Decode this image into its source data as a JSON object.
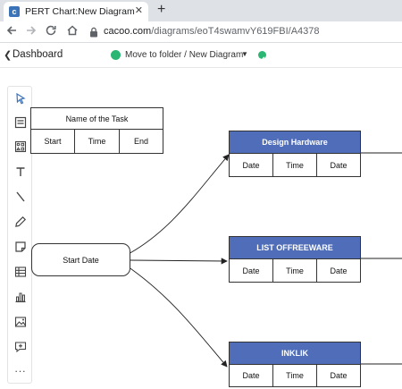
{
  "browser": {
    "tab_title": "PERT Chart:New Diagram - Cacoo",
    "tab_close": "✕",
    "new_tab": "+",
    "url_host": "cacoo.com",
    "url_path": "/diagrams/eoT4swamvY619FBI/A4378"
  },
  "app": {
    "back_label": "Dashboard",
    "move_label": "Move to folder / New Diagram"
  },
  "toolbar": {
    "tools": [
      "select",
      "shape-panel",
      "template",
      "text",
      "line",
      "pen",
      "sticky-note",
      "table",
      "chart",
      "image",
      "comment",
      "more"
    ],
    "more_label": "..."
  },
  "diagram": {
    "legend": {
      "title": "Name of the Task",
      "cols": [
        "Start",
        "Time",
        "End"
      ]
    },
    "start_node": "Start Date",
    "tasks": [
      {
        "title": "Design Hardware",
        "cols": [
          "Date",
          "Time",
          "Date"
        ]
      },
      {
        "title": "LIST OFFREEWARE",
        "cols": [
          "Date",
          "Time",
          "Date"
        ]
      },
      {
        "title": "INKLIK",
        "cols": [
          "Date",
          "Time",
          "Date"
        ]
      }
    ],
    "colors": {
      "header": "#4f6db8",
      "border": "#333333"
    }
  }
}
